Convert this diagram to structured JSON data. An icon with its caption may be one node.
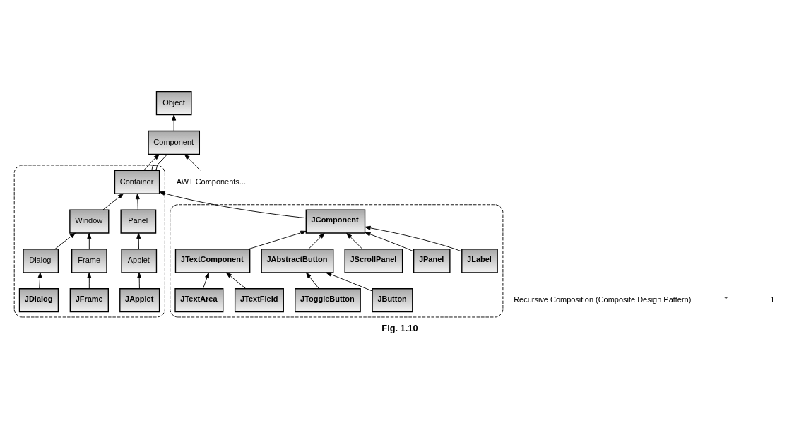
{
  "diagram": {
    "caption": "Fig. 1.10",
    "nodes": [
      {
        "text": [
          "Object"
        ]
      },
      {
        "text": [
          "Component"
        ]
      },
      {
        "text": [],
        "shape": "cloud"
      },
      {
        "text": [
          "Container"
        ],
        "in": 2
      },
      {
        "text": [
          "Panel"
        ],
        "in": 2
      },
      {
        "text": [
          "Window"
        ],
        "in": 2
      },
      {
        "text": [
          "Applet"
        ],
        "in": 2
      },
      {
        "text": [
          "Frame"
        ],
        "in": 2
      },
      {
        "text": [
          "Dialog"
        ],
        "in": 2
      },
      {
        "text": [
          "JApplet"
        ],
        "in": 2
      },
      {
        "text": [
          "JFrame"
        ],
        "in": 2
      },
      {
        "text": [
          "JDialog"
        ],
        "in": 2
      },
      {
        "text": [
          "AWT Components..."
        ]
      },
      {
        "text": [],
        "shape": "cloud"
      },
      {
        "text": [
          "JComponent"
        ],
        "in": 13
      },
      {
        "text": [
          "JLabel"
        ],
        "in": 13
      },
      {
        "text": [
          "JAbstractButton"
        ],
        "in": 13
      },
      {
        "text": [
          "JPanel"
        ],
        "in": 13
      },
      {
        "text": [
          "JTextComponent"
        ],
        "in": 13
      },
      {
        "text": [
          "JScrollPanel"
        ],
        "in": 13
      },
      {
        "text": [
          "JButton"
        ],
        "in": 13
      },
      {
        "text": [
          "JToggleButton"
        ],
        "in": 13
      },
      {
        "text": [
          "JTextField"
        ],
        "in": 13
      },
      {
        "text": [
          "JTextArea"
        ],
        "in": 13
      }
    ],
    "edges": [
      {
        "from": 1,
        "to": 0,
        "arrow": "to"
      },
      {
        "from": 3,
        "to": 1,
        "arrow": "to"
      },
      {
        "from": 12,
        "to": 1,
        "arrow": "to"
      },
      {
        "from": 3,
        "to": 1,
        "arrow": "other"
      },
      {
        "from": 4,
        "to": 3,
        "arrow": "to"
      },
      {
        "from": 5,
        "to": 3,
        "arrow": "to"
      },
      {
        "from": 14,
        "to": 3,
        "arrow": "to"
      },
      {
        "from": 6,
        "to": 4,
        "arrow": "to"
      },
      {
        "from": 7,
        "to": 5,
        "arrow": "to"
      },
      {
        "from": 8,
        "to": 5,
        "arrow": "to"
      },
      {
        "from": 9,
        "to": 6,
        "arrow": "to"
      },
      {
        "from": 10,
        "to": 7,
        "arrow": "to"
      },
      {
        "from": 11,
        "to": 8,
        "arrow": "to"
      },
      {
        "from": 15,
        "to": 14,
        "arrow": "to"
      },
      {
        "from": 16,
        "to": 14,
        "arrow": "to"
      },
      {
        "from": 17,
        "to": 14,
        "arrow": "to"
      },
      {
        "from": 18,
        "to": 14,
        "arrow": "to"
      },
      {
        "from": 19,
        "to": 14,
        "arrow": "to"
      },
      {
        "from": 20,
        "to": 16,
        "arrow": "to"
      },
      {
        "from": 21,
        "to": 16,
        "arrow": "to"
      },
      {
        "from": 22,
        "to": 18,
        "arrow": "to"
      },
      {
        "from": 23,
        "to": 18,
        "arrow": "to"
      }
    ],
    "labels": [
      "Recursive Composition (Composite Design Pattern)",
      "*",
      "1"
    ]
  }
}
